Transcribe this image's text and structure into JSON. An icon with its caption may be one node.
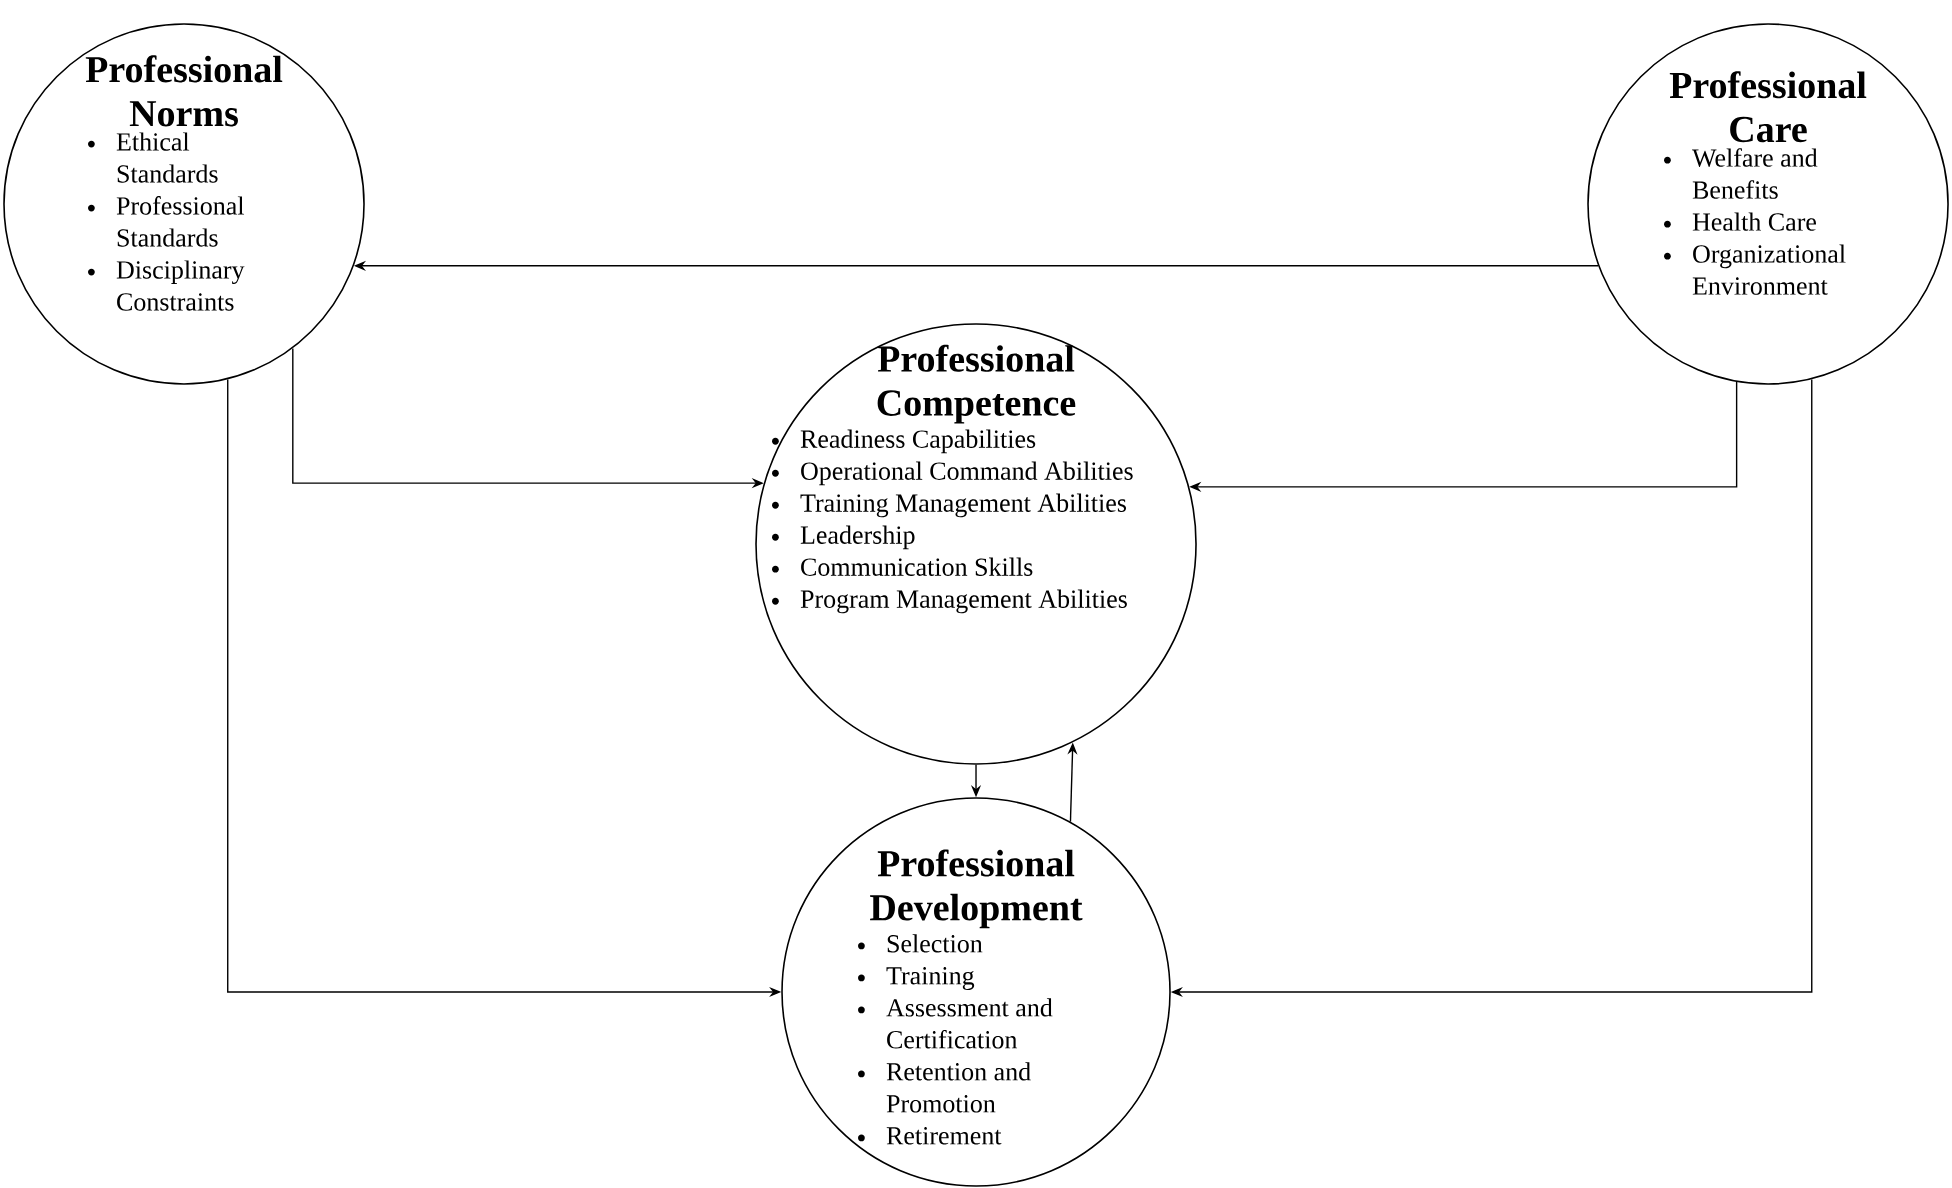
{
  "diagram": {
    "nodes": [
      {
        "text": [
          "Professional Norms",
          "Ethical Standards",
          "Professional Standards",
          "Disciplinary Constraints"
        ]
      },
      {
        "text": [
          "Professional Care",
          "Welfare and Benefits",
          "Health Care",
          "Organizational Environment"
        ]
      },
      {
        "text": [
          "Professional Competence",
          "Readiness Capabilities",
          "Operational Command Abilities",
          "Training Management Abilities",
          "Leadership",
          "Communication Skills",
          "Program Management Abilities"
        ]
      },
      {
        "text": [
          "Professional Development",
          "Selection",
          "Training",
          "Assessment and Certification",
          "Retention and Promotion",
          "Retirement"
        ]
      }
    ],
    "edges": [
      {
        "from": 1,
        "to": 0,
        "arrow": "to"
      },
      {
        "from": 0,
        "to": 2,
        "arrow": "to"
      },
      {
        "from": 1,
        "to": 2,
        "arrow": "to"
      },
      {
        "from": 2,
        "to": 3,
        "arrow": "to"
      },
      {
        "from": 3,
        "to": 2,
        "arrow": "to"
      },
      {
        "from": 0,
        "to": 3,
        "arrow": "to"
      },
      {
        "from": 1,
        "to": 3,
        "arrow": "to"
      }
    ]
  }
}
